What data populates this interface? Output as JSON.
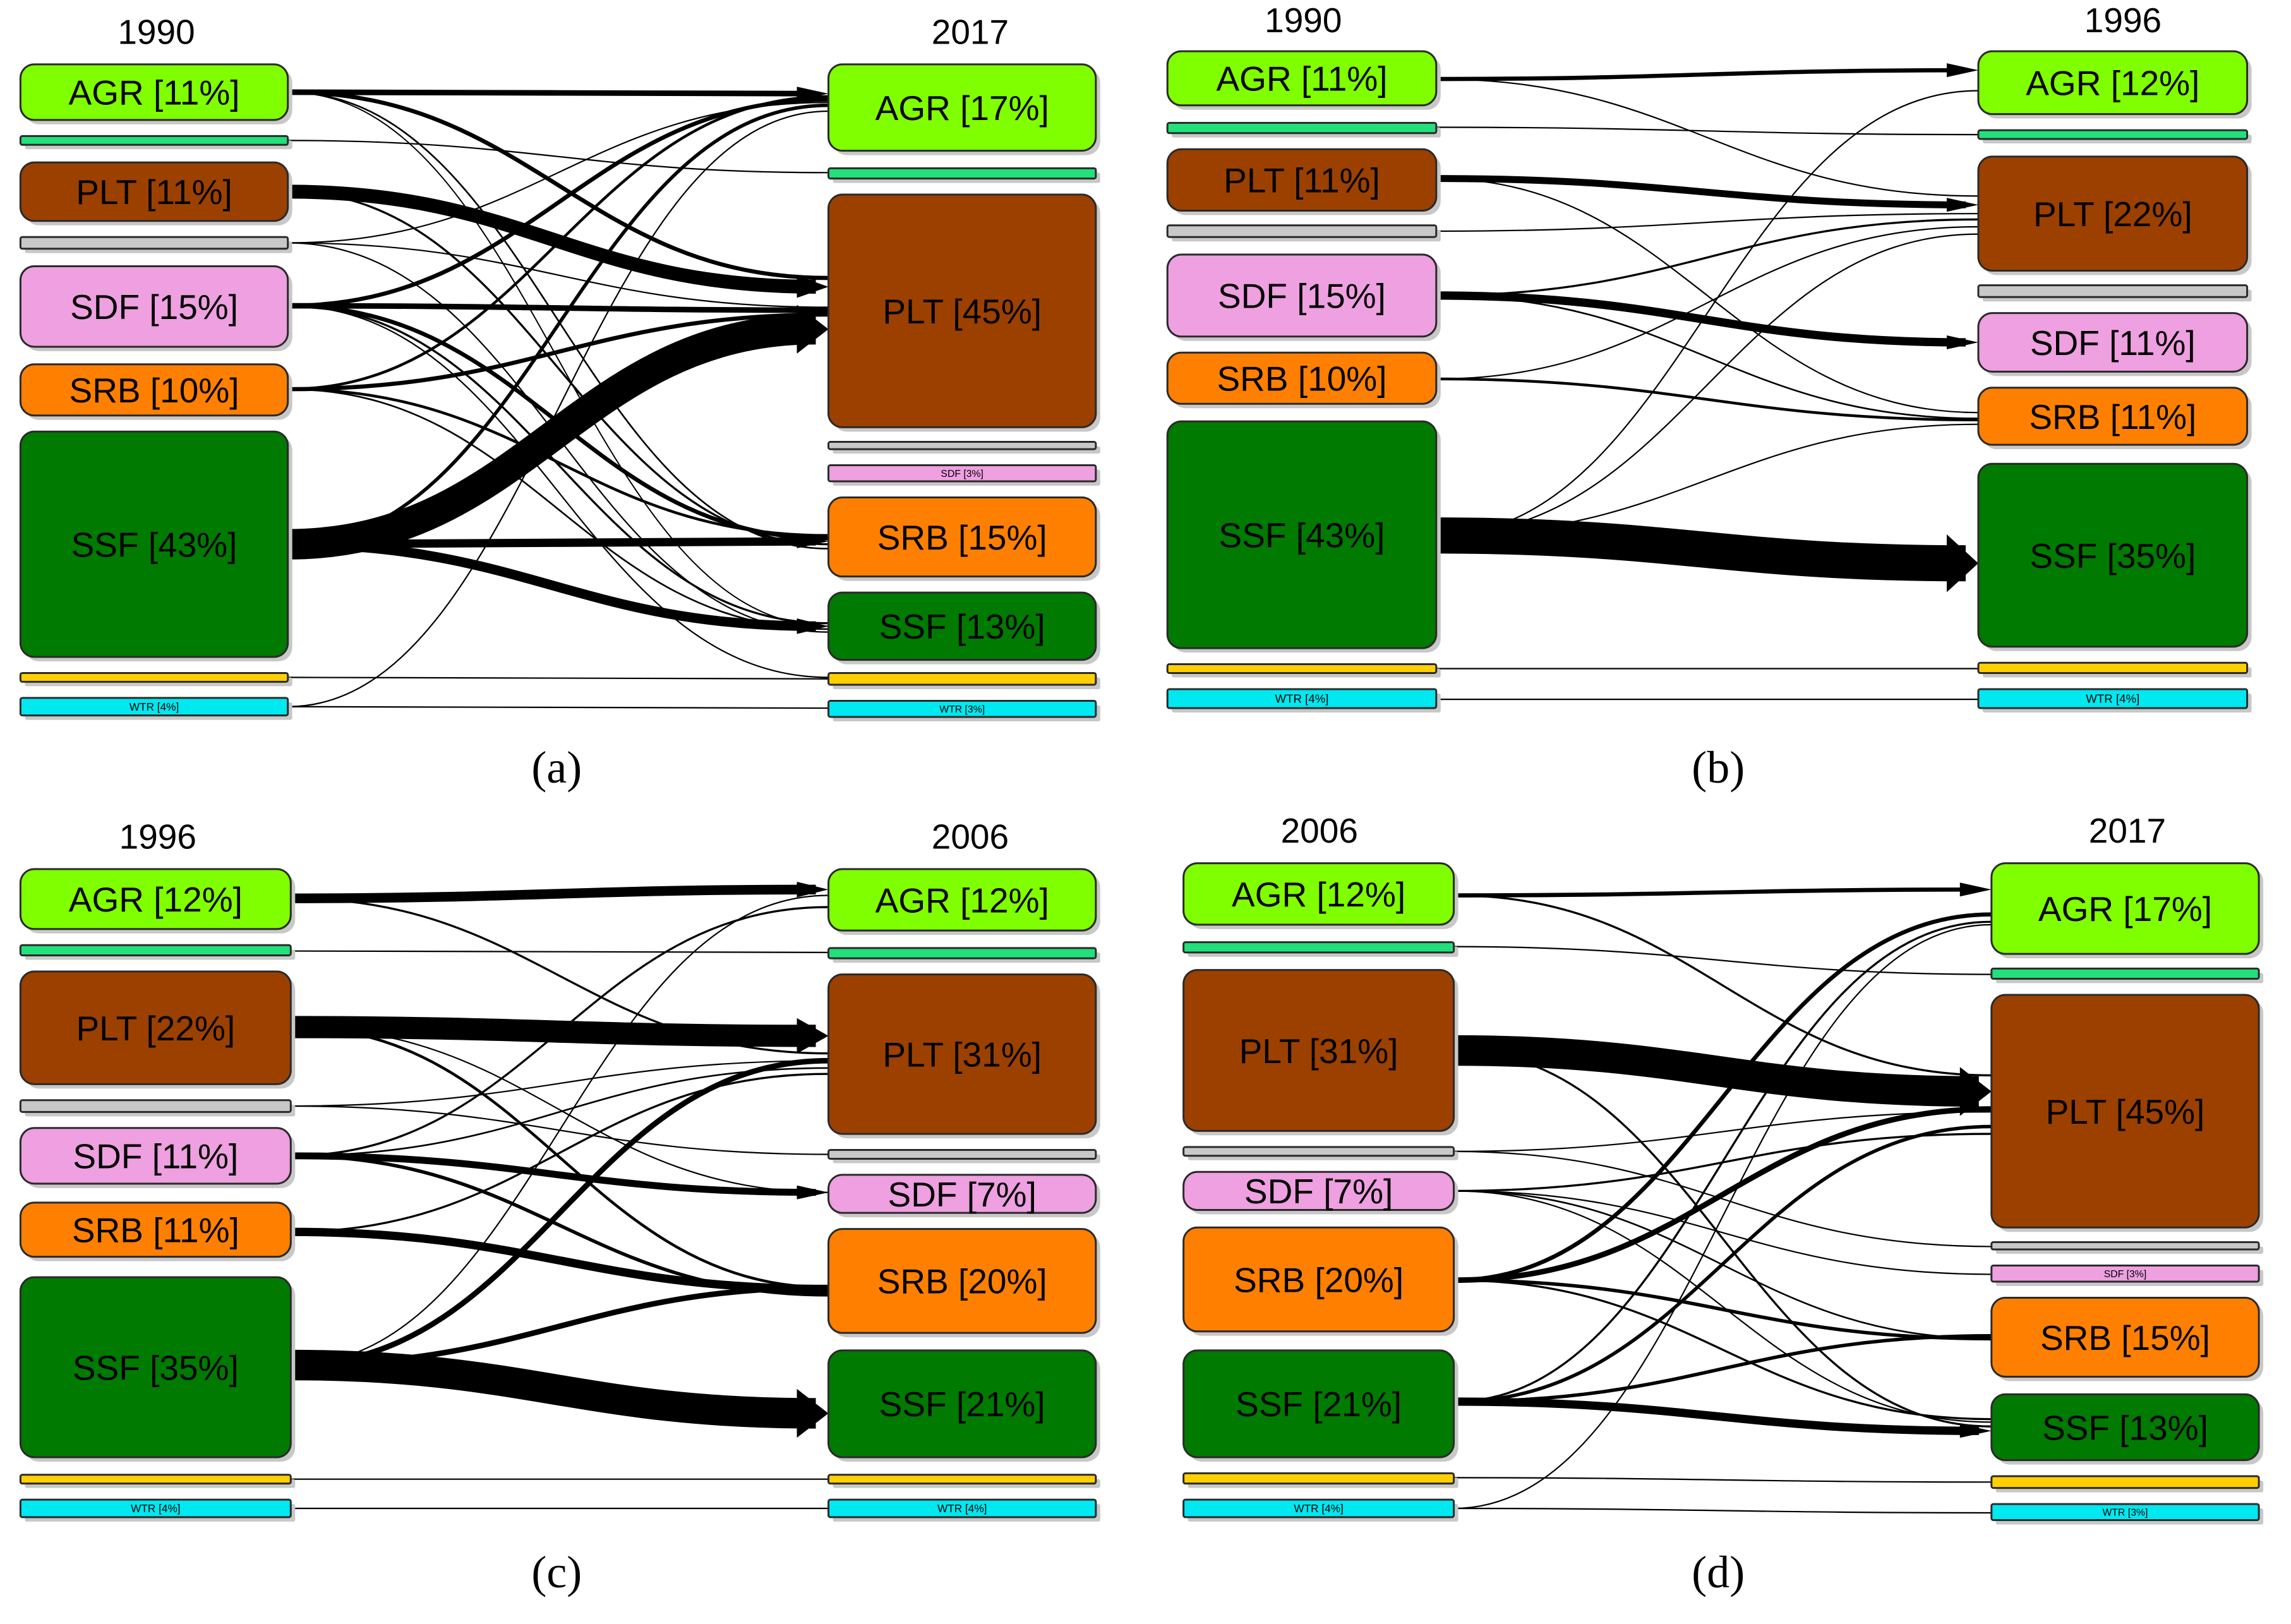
{
  "colors": {
    "AGR": "#80ff00",
    "MNT": "#22e07a",
    "PLT": "#9c4000",
    "GRY": "#c8c8c8",
    "SDF": "#eea0e0",
    "SRB": "#ff8000",
    "SSF": "#007a00",
    "YEL": "#ffd000",
    "WTR": "#00e8f0",
    "flow": "#000000",
    "node_border": "#2a2a2a",
    "shadow": "#c8c8c8"
  },
  "panels": [
    {
      "caption": "(a)",
      "left_year": "1990",
      "right_year": "2017",
      "left_nodes": [
        {
          "cls": "AGR",
          "label": "AGR [11%]"
        },
        {
          "cls": "MNT",
          "label": ""
        },
        {
          "cls": "PLT",
          "label": "PLT [11%]"
        },
        {
          "cls": "GRY",
          "label": ""
        },
        {
          "cls": "SDF",
          "label": "SDF [15%]"
        },
        {
          "cls": "SRB",
          "label": "SRB [10%]"
        },
        {
          "cls": "SSF",
          "label": "SSF [43%]"
        },
        {
          "cls": "YEL",
          "label": ""
        },
        {
          "cls": "WTR",
          "label": "WTR [4%]"
        }
      ],
      "right_nodes": [
        {
          "cls": "AGR",
          "label": "AGR [17%]"
        },
        {
          "cls": "MNT",
          "label": ""
        },
        {
          "cls": "PLT",
          "label": "PLT [45%]"
        },
        {
          "cls": "GRY",
          "label": ""
        },
        {
          "cls": "SDF",
          "label": "SDF [3%]"
        },
        {
          "cls": "SRB",
          "label": "SRB [15%]"
        },
        {
          "cls": "SSF",
          "label": "SSF [13%]"
        },
        {
          "cls": "YEL",
          "label": ""
        },
        {
          "cls": "WTR",
          "label": "WTR [3%]"
        }
      ]
    },
    {
      "caption": "(b)",
      "left_year": "1990",
      "right_year": "1996",
      "left_nodes": [
        {
          "cls": "AGR",
          "label": "AGR [11%]"
        },
        {
          "cls": "MNT",
          "label": ""
        },
        {
          "cls": "PLT",
          "label": "PLT [11%]"
        },
        {
          "cls": "GRY",
          "label": ""
        },
        {
          "cls": "SDF",
          "label": "SDF [15%]"
        },
        {
          "cls": "SRB",
          "label": "SRB [10%]"
        },
        {
          "cls": "SSF",
          "label": "SSF [43%]"
        },
        {
          "cls": "YEL",
          "label": ""
        },
        {
          "cls": "WTR",
          "label": "WTR [4%]"
        }
      ],
      "right_nodes": [
        {
          "cls": "AGR",
          "label": "AGR [12%]"
        },
        {
          "cls": "MNT",
          "label": ""
        },
        {
          "cls": "PLT",
          "label": "PLT [22%]"
        },
        {
          "cls": "GRY",
          "label": ""
        },
        {
          "cls": "SDF",
          "label": "SDF [11%]"
        },
        {
          "cls": "SRB",
          "label": "SRB [11%]"
        },
        {
          "cls": "SSF",
          "label": "SSF [35%]"
        },
        {
          "cls": "YEL",
          "label": ""
        },
        {
          "cls": "WTR",
          "label": "WTR [4%]"
        }
      ]
    },
    {
      "caption": "(c)",
      "left_year": "1996",
      "right_year": "2006",
      "left_nodes": [
        {
          "cls": "AGR",
          "label": "AGR [12%]"
        },
        {
          "cls": "MNT",
          "label": ""
        },
        {
          "cls": "PLT",
          "label": "PLT [22%]"
        },
        {
          "cls": "GRY",
          "label": ""
        },
        {
          "cls": "SDF",
          "label": "SDF [11%]"
        },
        {
          "cls": "SRB",
          "label": "SRB [11%]"
        },
        {
          "cls": "SSF",
          "label": "SSF [35%]"
        },
        {
          "cls": "YEL",
          "label": ""
        },
        {
          "cls": "WTR",
          "label": "WTR [4%]"
        }
      ],
      "right_nodes": [
        {
          "cls": "AGR",
          "label": "AGR [12%]"
        },
        {
          "cls": "MNT",
          "label": ""
        },
        {
          "cls": "PLT",
          "label": "PLT [31%]"
        },
        {
          "cls": "GRY",
          "label": ""
        },
        {
          "cls": "SDF",
          "label": "SDF [7%]"
        },
        {
          "cls": "SRB",
          "label": "SRB [20%]"
        },
        {
          "cls": "SSF",
          "label": "SSF [21%]"
        },
        {
          "cls": "YEL",
          "label": ""
        },
        {
          "cls": "WTR",
          "label": "WTR [4%]"
        }
      ]
    },
    {
      "caption": "(d)",
      "left_year": "2006",
      "right_year": "2017",
      "left_nodes": [
        {
          "cls": "AGR",
          "label": "AGR [12%]"
        },
        {
          "cls": "MNT",
          "label": ""
        },
        {
          "cls": "PLT",
          "label": "PLT [31%]"
        },
        {
          "cls": "GRY",
          "label": ""
        },
        {
          "cls": "SDF",
          "label": "SDF [7%]"
        },
        {
          "cls": "SRB",
          "label": "SRB [20%]"
        },
        {
          "cls": "SSF",
          "label": "SSF [21%]"
        },
        {
          "cls": "YEL",
          "label": ""
        },
        {
          "cls": "WTR",
          "label": "WTR [4%]"
        }
      ],
      "right_nodes": [
        {
          "cls": "AGR",
          "label": "AGR [17%]"
        },
        {
          "cls": "MNT",
          "label": ""
        },
        {
          "cls": "PLT",
          "label": "PLT [45%]"
        },
        {
          "cls": "GRY",
          "label": ""
        },
        {
          "cls": "SDF",
          "label": "SDF [3%]"
        },
        {
          "cls": "SRB",
          "label": "SRB [15%]"
        },
        {
          "cls": "SSF",
          "label": "SSF [13%]"
        },
        {
          "cls": "YEL",
          "label": ""
        },
        {
          "cls": "WTR",
          "label": "WTR [3%]"
        }
      ]
    }
  ]
}
